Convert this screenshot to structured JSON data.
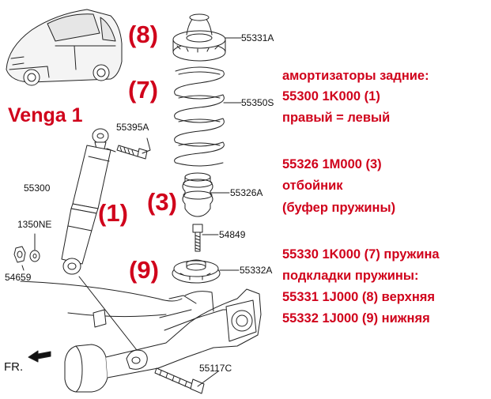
{
  "model": "Venga 1",
  "front_label": "FR.",
  "callouts": {
    "c8": "(8)",
    "c7": "(7)",
    "c1": "(1)",
    "c3": "(3)",
    "c9": "(9)"
  },
  "part_labels": {
    "p55331A": "55331A",
    "p55350S": "55350S",
    "p55395A": "55395A",
    "p55300": "55300",
    "p55326A": "55326A",
    "p1350NE": "1350NE",
    "p54849": "54849",
    "p54659": "54659",
    "p55332A": "55332A",
    "p55117C": "55117C"
  },
  "notes": [
    "амортизаторы задние:",
    "55300 1K000  (1)",
    "правый = левый",
    "55326 1M000  (3)",
    "отбойник",
    "(буфер пружины)",
    "55330 1K000  (7) пружина",
    "подкладки пружины:",
    "55331 1J000  (8) верхняя",
    "55332 1J000  (9) нижняя"
  ]
}
